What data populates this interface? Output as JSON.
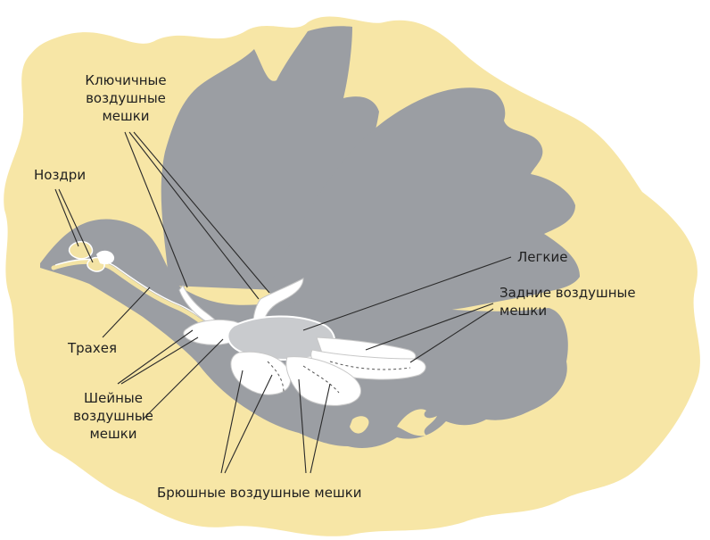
{
  "labels": {
    "clavicular": [
      "Ключичные",
      "воздушные",
      "мешки"
    ],
    "nostrils": "Ноздри",
    "lungs": "Легкие",
    "posterior": [
      "Задние воздушные",
      "мешки"
    ],
    "trachea": "Трахея",
    "cervical": [
      "Шейные",
      "воздушные",
      "мешки"
    ],
    "abdominal": "Брюшные воздушные мешки"
  },
  "colors": {
    "background_blob": "#f7e6a6",
    "bird_silhouette": "#9b9ea3",
    "lung_fill": "#c9cbce",
    "air_sac_fill": "#ffffff",
    "head_organs": "#f3e3a4",
    "leader_line": "#2a2a2a"
  }
}
